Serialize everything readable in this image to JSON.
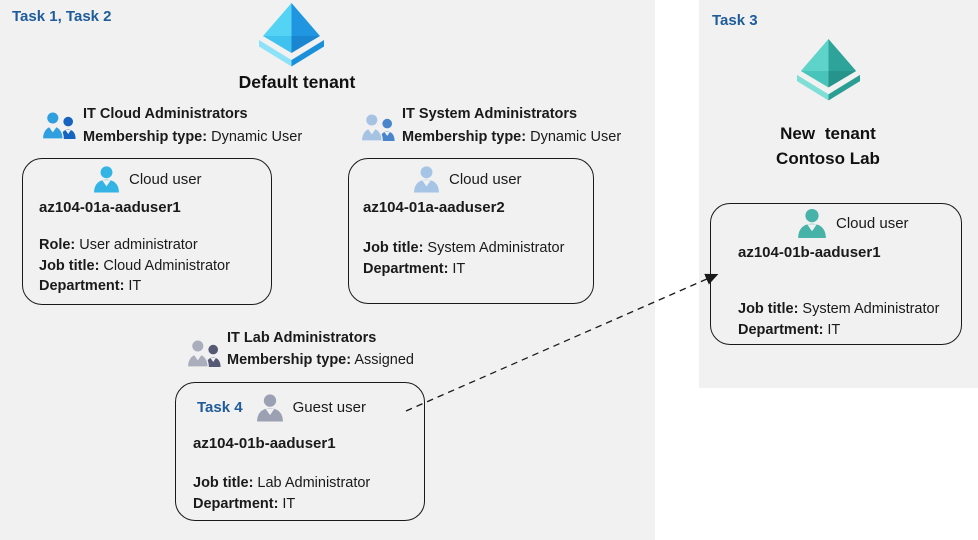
{
  "colors": {
    "region_bg": "#f1f1f2",
    "task_label": "#1f5c99",
    "text": "#1a1a1a",
    "ad_light": "#54d3f5",
    "ad_dark": "#2096e0",
    "ad_mid_light": "#3fc2ee",
    "ad_mid_dark": "#1a86d2",
    "ad_base_light": "#8ee2f8",
    "ad_base_dark": "#1b90da",
    "teal_light": "#5ed3ca",
    "teal_dark": "#2da399",
    "teal_mid_light": "#49c4ba",
    "teal_mid_dark": "#27948b",
    "teal_base_light": "#7fdfd7",
    "teal_base_dark": "#2b9e94",
    "cloud_user_icon": "#33b4e4",
    "system_user_icon": "#a5c4e6",
    "guest_user_icon": "#9ba1b3",
    "tenant_user_icon": "#46b2a8",
    "cloud_group_front": "#2f9fe0",
    "cloud_group_back": "#1663c0",
    "system_group_front": "#a6c3e4",
    "system_group_back": "#4a84ca",
    "lab_group_front": "#a9adbc",
    "lab_group_back": "#555974",
    "arrow": "#1a1a1a"
  },
  "left": {
    "task_label": "Task 1, Task 2",
    "tenant_name": "Default tenant",
    "groups": [
      {
        "name": "IT Cloud Administrators",
        "membership_label": "Membership type:",
        "membership_value": "Dynamic User"
      },
      {
        "name": "IT System Administrators",
        "membership_label": "Membership type:",
        "membership_value": "Dynamic User"
      },
      {
        "name": "IT Lab Administrators",
        "membership_label": "Membership type:",
        "membership_value": "Assigned"
      }
    ],
    "cards": [
      {
        "user_type": "Cloud user",
        "username": "az104-01a-aaduser1",
        "fields": [
          {
            "label": "Role:",
            "value": "User administrator"
          },
          {
            "label": "Job title:",
            "value": "Cloud Administrator"
          },
          {
            "label": "Department:",
            "value": "IT"
          }
        ]
      },
      {
        "user_type": "Cloud user",
        "username": "az104-01a-aaduser2",
        "fields": [
          {
            "label": "Job title:",
            "value": "System Administrator"
          },
          {
            "label": "Department:",
            "value": "IT"
          }
        ]
      },
      {
        "task_label": "Task 4",
        "user_type": "Guest user",
        "username": "az104-01b-aaduser1",
        "fields": [
          {
            "label": "Job title:",
            "value": "Lab Administrator"
          },
          {
            "label": "Department:",
            "value": "IT"
          }
        ]
      }
    ]
  },
  "right": {
    "task_label": "Task 3",
    "tenant_name_line1": "New tenant",
    "tenant_name_line2": "Contoso Lab",
    "card": {
      "user_type": "Cloud user",
      "username": "az104-01b-aaduser1",
      "fields": [
        {
          "label": "Job title:",
          "value": "System Administrator"
        },
        {
          "label": "Department:",
          "value": "IT"
        }
      ]
    }
  }
}
